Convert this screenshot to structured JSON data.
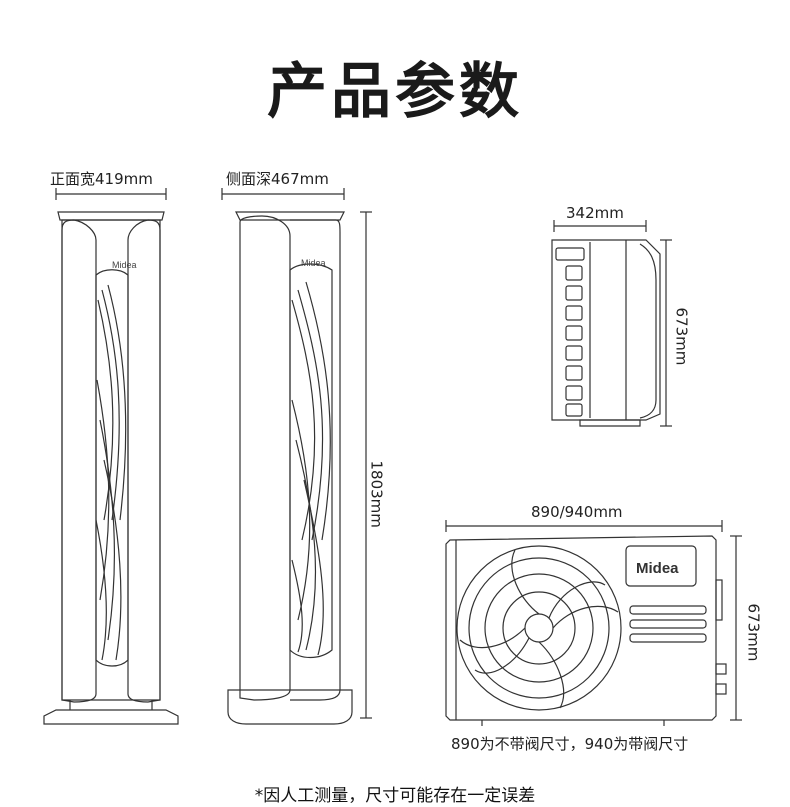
{
  "title": "产品参数",
  "indoor": {
    "front_width": "正面宽419mm",
    "side_depth": "侧面深467mm",
    "height": "1803mm",
    "brand": "Midea"
  },
  "outdoor_small": {
    "width": "342mm",
    "height": "673mm"
  },
  "outdoor_large": {
    "width": "890/940mm",
    "height": "673mm",
    "brand": "Midea",
    "note": "890为不带阀尺寸，940为带阀尺寸"
  },
  "disclaimer": "*因人工测量，尺寸可能存在一定误差"
}
